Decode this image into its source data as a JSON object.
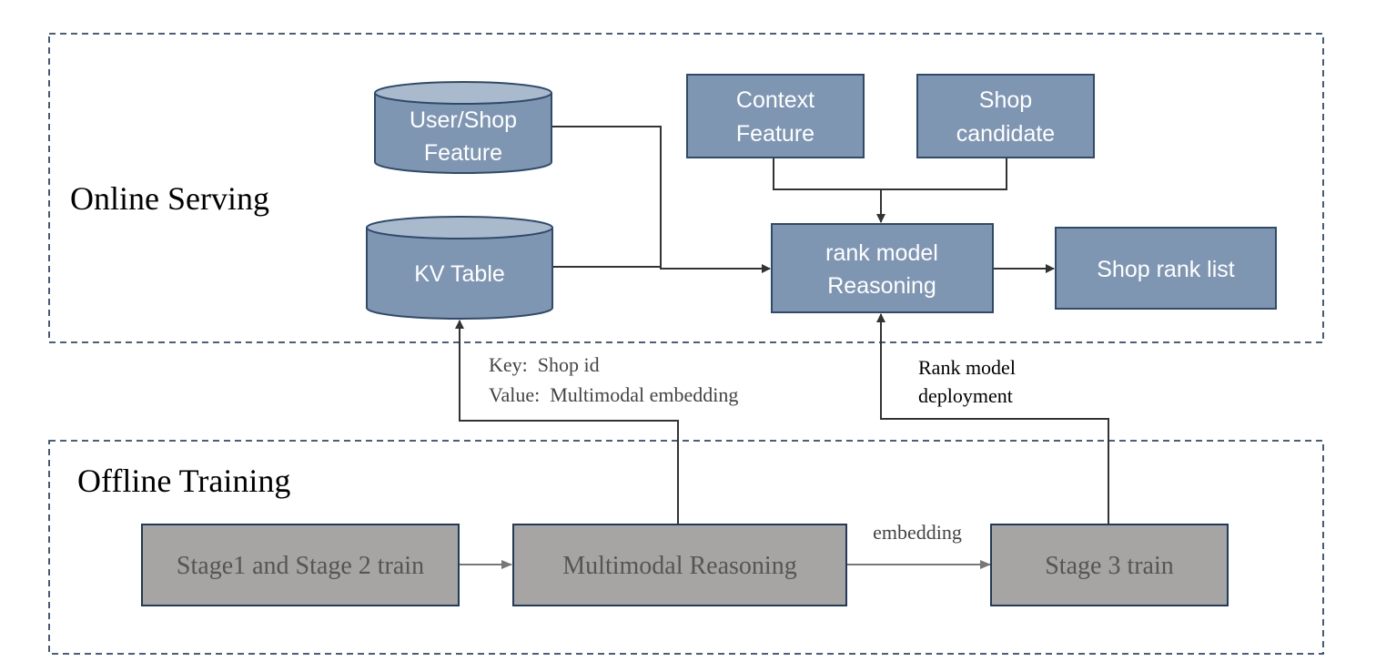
{
  "sections": {
    "online": {
      "label": "Online Serving"
    },
    "offline": {
      "label": "Offline Training"
    }
  },
  "nodes": {
    "user_shop_feature": {
      "line1": "User/Shop",
      "line2": "Feature"
    },
    "kv_table": {
      "label": "KV Table"
    },
    "context_feature": {
      "line1": "Context",
      "line2": "Feature"
    },
    "shop_candidate": {
      "line1": "Shop",
      "line2": "candidate"
    },
    "rank_model": {
      "line1": "rank model",
      "line2": "Reasoning"
    },
    "shop_rank_list": {
      "label": "Shop rank list"
    },
    "stage12_train": {
      "label": "Stage1 and Stage 2 train"
    },
    "multimodal_reasoning": {
      "label": "Multimodal Reasoning"
    },
    "stage3_train": {
      "label": "Stage 3 train"
    }
  },
  "edge_labels": {
    "kv_key": "Key:  Shop id",
    "kv_value": "Value:  Multimodal embedding",
    "embedding": "embedding",
    "deploy_line1": "Rank model",
    "deploy_line2": "deployment"
  },
  "colors": {
    "online_node_fill": "#7f96b3",
    "online_node_stroke": "#2f4a6b",
    "offline_node_fill": "#a7a5a3",
    "offline_node_stroke": "#1f3a5a",
    "section_border": "#2f4a6b",
    "arrow_online": "#333333",
    "arrow_offline": "#777777"
  }
}
